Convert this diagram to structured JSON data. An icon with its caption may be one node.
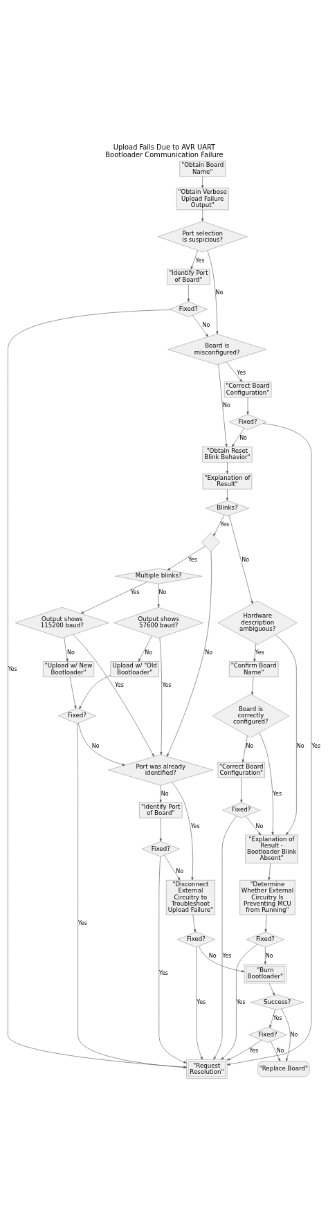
{
  "diagram": {
    "title": "Upload Fails Due to AVR UART Bootloader Communication Failure",
    "nodes": [
      {
        "text": [
          "\"Obtain Board Name\""
        ]
      },
      {
        "text": [
          "\"Obtain Verbose Upload Failure Output\""
        ]
      },
      {
        "text": [
          "Port selection is suspicious?"
        ]
      },
      {
        "text": [
          "\"Identify Port of Board\""
        ]
      },
      {
        "text": [
          "Fixed?"
        ]
      },
      {
        "text": [
          "Board is misconfigured?"
        ]
      },
      {
        "text": [
          "\"Correct Board Configuration\""
        ]
      },
      {
        "text": [
          "Fixed?"
        ]
      },
      {
        "text": [
          "\"Obtain Reset Blink Behavior\""
        ]
      },
      {
        "text": [
          "\"Explanation of Result\""
        ]
      },
      {
        "text": [
          "Blinks?"
        ]
      },
      {
        "text": [],
        "shape": "diamond"
      },
      {
        "text": [
          "Multiple blinks?"
        ]
      },
      {
        "text": [
          "Output shows 57600 baud?"
        ]
      },
      {
        "text": [
          "Output shows 115200 baud?"
        ]
      },
      {
        "text": [
          "Hardware description ambiguous?"
        ]
      },
      {
        "text": [
          "Upload w/ \"Old Bootloader\""
        ]
      },
      {
        "text": [
          "\"Upload w/ New Bootloader\""
        ]
      },
      {
        "text": [
          "\"Confirm Board Name\""
        ]
      },
      {
        "text": [
          "Fixed?"
        ]
      },
      {
        "text": [
          "Board is correctly configured?"
        ]
      },
      {
        "text": [
          "Port was already identified?"
        ]
      },
      {
        "text": [
          "\"Correct Board Configuration\""
        ]
      },
      {
        "text": [
          "\"Identify Port of Board\""
        ]
      },
      {
        "text": [
          "Fixed?"
        ]
      },
      {
        "text": [
          "\"Explanation of Result - Bootloader Blink Absent\""
        ]
      },
      {
        "text": [
          "Fixed?"
        ]
      },
      {
        "text": [
          "\"Disconnect External Circuitry to Troubleshoot Upload Failure\""
        ]
      },
      {
        "text": [
          "\"Determine Whether External Circuitry Is Preventing MCU from Running\""
        ]
      },
      {
        "text": [
          "Fixed?"
        ]
      },
      {
        "text": [
          "Fixed?"
        ]
      },
      {
        "text": [
          "\"Burn Bootloader\""
        ]
      },
      {
        "text": [
          "Success?"
        ]
      },
      {
        "text": [
          "Fixed?"
        ]
      },
      {
        "text": [
          "\"Request Resolution\""
        ]
      },
      {
        "text": [
          "\"Replace Board\""
        ]
      }
    ],
    "edges": [
      {
        "from": 0,
        "to": 1,
        "arrow": "to"
      },
      {
        "from": 1,
        "to": 2,
        "arrow": "to"
      },
      {
        "from": 2,
        "to": 3,
        "arrow": "to",
        "label": "Yes"
      },
      {
        "from": 2,
        "to": 5,
        "arrow": "to",
        "label": "No"
      },
      {
        "from": 3,
        "to": 4,
        "arrow": "to"
      },
      {
        "from": 4,
        "to": 34,
        "arrow": "to",
        "label": "Yes"
      },
      {
        "from": 4,
        "to": 5,
        "arrow": "to",
        "label": "No"
      },
      {
        "from": 5,
        "to": 6,
        "arrow": "to",
        "label": "Yes"
      },
      {
        "from": 5,
        "to": 8,
        "arrow": "to",
        "label": "No"
      },
      {
        "from": 6,
        "to": 7,
        "arrow": "to"
      },
      {
        "from": 7,
        "to": 34,
        "arrow": "to",
        "label": "Yes"
      },
      {
        "from": 7,
        "to": 8,
        "arrow": "to",
        "label": "No"
      },
      {
        "from": 8,
        "to": 9,
        "arrow": "to"
      },
      {
        "from": 9,
        "to": 10,
        "arrow": "to"
      },
      {
        "from": 10,
        "to": 11,
        "arrow": "to",
        "label": "Yes"
      },
      {
        "from": 10,
        "to": 15,
        "arrow": "to",
        "label": "No"
      },
      {
        "from": 11,
        "to": 12,
        "arrow": "to",
        "label": "Yes"
      },
      {
        "from": 11,
        "to": 21,
        "arrow": "to",
        "label": "No"
      },
      {
        "from": 12,
        "to": 13,
        "arrow": "to",
        "label": "No"
      },
      {
        "from": 12,
        "to": 14,
        "arrow": "to",
        "label": "Yes"
      },
      {
        "from": 13,
        "to": 16,
        "arrow": "to",
        "label": "No"
      },
      {
        "from": 13,
        "to": 21,
        "arrow": "to",
        "label": "Yes"
      },
      {
        "from": 14,
        "to": 17,
        "arrow": "to",
        "label": "No"
      },
      {
        "from": 14,
        "to": 21,
        "arrow": "to",
        "label": "Yes"
      },
      {
        "from": 15,
        "to": 18,
        "arrow": "to",
        "label": "Yes"
      },
      {
        "from": 15,
        "to": 25,
        "arrow": "to",
        "label": "No"
      },
      {
        "from": 16,
        "to": 19,
        "arrow": "to"
      },
      {
        "from": 17,
        "to": 19,
        "arrow": "to"
      },
      {
        "from": 18,
        "to": 20,
        "arrow": "to"
      },
      {
        "from": 19,
        "to": 34,
        "arrow": "to",
        "label": "Yes"
      },
      {
        "from": 19,
        "to": 21,
        "arrow": "to",
        "label": "No"
      },
      {
        "from": 20,
        "to": 25,
        "arrow": "to",
        "label": "Yes"
      },
      {
        "from": 20,
        "to": 22,
        "arrow": "to",
        "label": "No"
      },
      {
        "from": 21,
        "to": 23,
        "arrow": "to",
        "label": "No"
      },
      {
        "from": 21,
        "to": 27,
        "arrow": "to",
        "label": "Yes"
      },
      {
        "from": 22,
        "to": 24,
        "arrow": "to"
      },
      {
        "from": 23,
        "to": 26,
        "arrow": "to"
      },
      {
        "from": 24,
        "to": 25,
        "arrow": "to",
        "label": "No"
      },
      {
        "from": 24,
        "to": 34,
        "arrow": "to",
        "label": "Yes"
      },
      {
        "from": 25,
        "to": 28,
        "arrow": "to"
      },
      {
        "from": 26,
        "to": 34,
        "arrow": "to",
        "label": "Yes"
      },
      {
        "from": 26,
        "to": 27,
        "arrow": "to",
        "label": "No"
      },
      {
        "from": 27,
        "to": 29,
        "arrow": "to"
      },
      {
        "from": 28,
        "to": 30,
        "arrow": "to"
      },
      {
        "from": 29,
        "to": 34,
        "arrow": "to",
        "label": "Yes"
      },
      {
        "from": 29,
        "to": 31,
        "arrow": "to",
        "label": "No"
      },
      {
        "from": 30,
        "to": 34,
        "arrow": "to",
        "label": "Yes"
      },
      {
        "from": 30,
        "to": 31,
        "arrow": "to",
        "label": "No"
      },
      {
        "from": 31,
        "to": 32,
        "arrow": "to"
      },
      {
        "from": 32,
        "to": 33,
        "arrow": "to",
        "label": "Yes"
      },
      {
        "from": 32,
        "to": 35,
        "arrow": "to",
        "label": "No"
      },
      {
        "from": 33,
        "to": 34,
        "arrow": "to",
        "label": "Yes"
      },
      {
        "from": 33,
        "to": 35,
        "arrow": "to",
        "label": "No"
      }
    ]
  }
}
